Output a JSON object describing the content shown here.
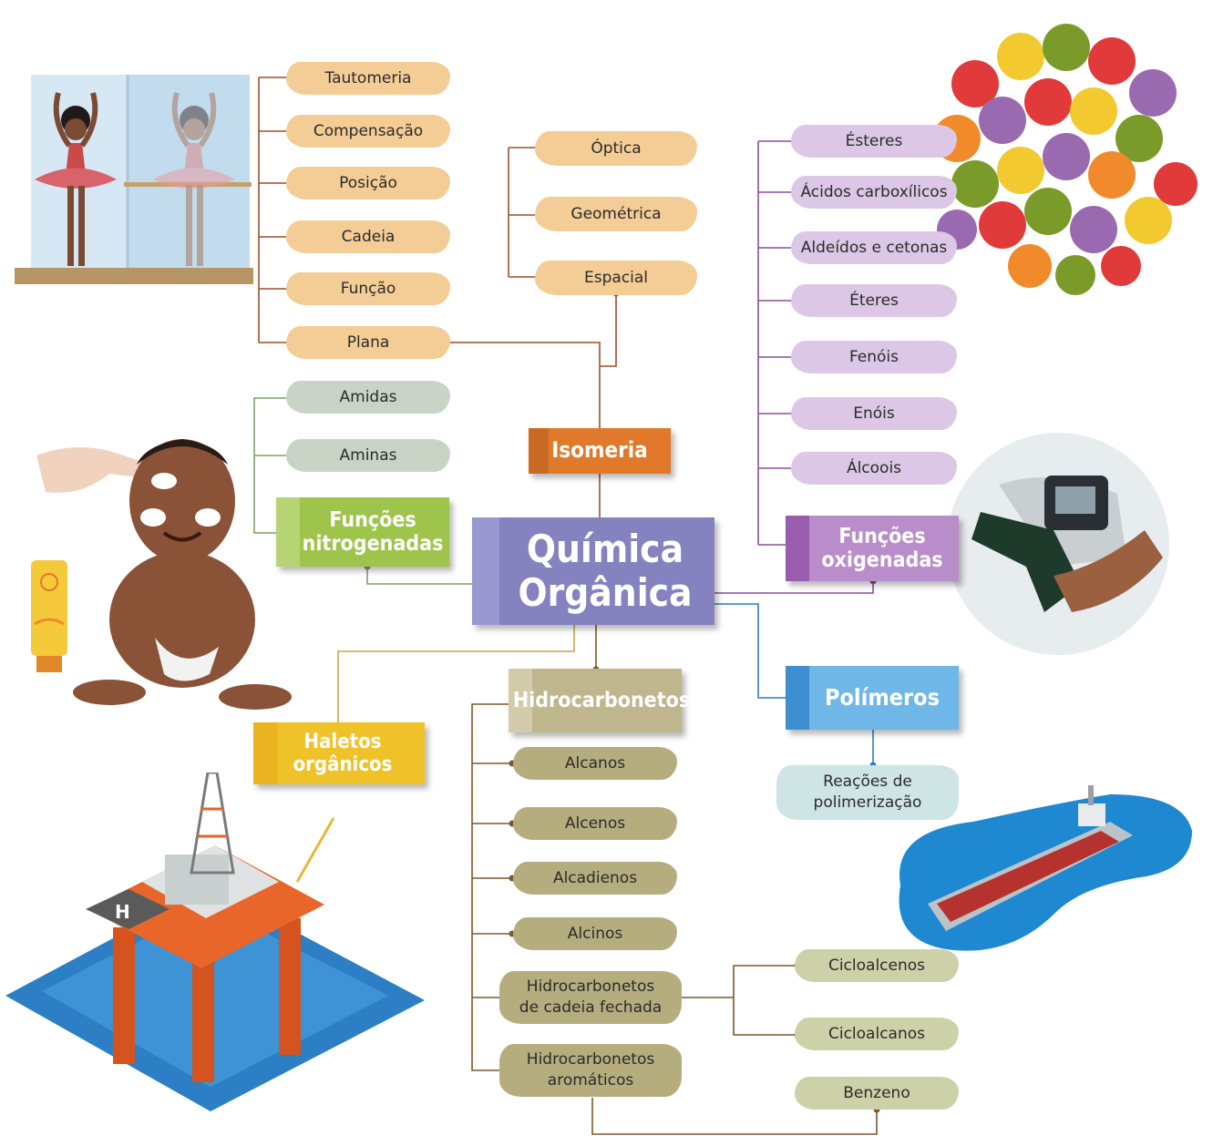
{
  "center": {
    "line1": "Química",
    "line2": "Orgânica"
  },
  "categories": {
    "isomeria": "Isomeria",
    "nitrogenadas_line1": "Funções",
    "nitrogenadas_line2": "nitrogenadas",
    "oxigenadas_line1": "Funções",
    "oxigenadas_line2": "oxigenadas",
    "polimeros": "Polímeros",
    "haletos": "Haletos orgânicos",
    "hidrocarbonetos": "Hidrocarbonetos"
  },
  "isomeria_plana": [
    "Tautomeria",
    "Compensação",
    "Posição",
    "Cadeia",
    "Função",
    "Plana"
  ],
  "isomeria_espacial": [
    "Óptica",
    "Geométrica",
    "Espacial"
  ],
  "nitrogenadas_items": [
    "Amidas",
    "Aminas"
  ],
  "oxigenadas_items": [
    "Ésteres",
    "Ácidos carboxílicos",
    "Aldeídos e cetonas",
    "Éteres",
    "Fenóis",
    "Enóis",
    "Álcoois"
  ],
  "polimeros_items": {
    "line1": "Reações de",
    "line2": "polimerização"
  },
  "hidrocarbonetos_items": [
    "Alcanos",
    "Alcenos",
    "Alcadienos",
    "Alcinos"
  ],
  "hidro_fechada": {
    "line1": "Hidrocarbonetos",
    "line2": "de cadeia fechada"
  },
  "hidro_aromaticos": {
    "line1": "Hidrocarbonetos",
    "line2": "aromáticos"
  },
  "ciclicos": [
    "Cicloalcenos",
    "Cicloalcanos"
  ],
  "benzeno": "Benzeno",
  "colors": {
    "isomeria": "#e07a2a",
    "nitrogenadas": "#9ec44c",
    "oxigenadas": "#b98dc9",
    "polimeros": "#6fb7e6",
    "haletos": "#f0c22a",
    "hidrocarbonetos": "#bfb68d",
    "center": "#8483c0"
  },
  "illustrations": [
    "ballerina-mirror-image",
    "gumdrops-candy-image",
    "baby-sunscreen-image",
    "sunscreen-tube-image",
    "fuel-nozzle-image",
    "oil-platform-image",
    "oil-tanker-ship-image"
  ]
}
